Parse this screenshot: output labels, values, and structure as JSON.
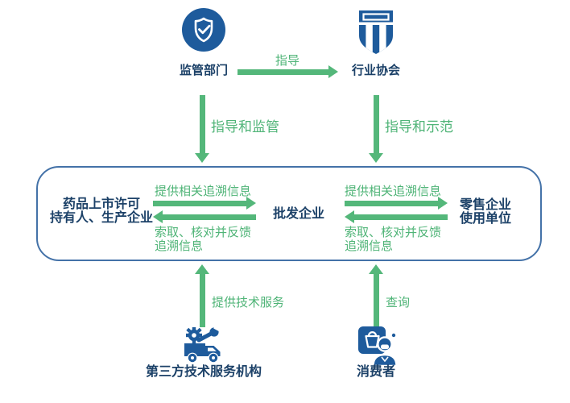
{
  "colors": {
    "blue": "#1e5b9c",
    "navy": "#1c4168",
    "green": "#54b77a",
    "green_text": "#4fb477",
    "border": "#4472a8"
  },
  "top": {
    "regulator": {
      "label": "监管部门",
      "icon": "shield-check-icon"
    },
    "association": {
      "label": "行业协会",
      "icon": "badge-stripes-icon"
    },
    "guidance_arrow_label": "指导"
  },
  "mid_arrows": {
    "left_label": "指导和监管",
    "right_label": "指导和示范"
  },
  "box": {
    "holder": {
      "line1": "药品上市许可",
      "line2": "持有人、生产企业"
    },
    "wholesale_label": "批发企业",
    "retail": {
      "line1": "零售企业",
      "line2": "使用单位"
    },
    "flow1": {
      "forward": "提供相关追溯信息",
      "back_line1": "索取、核对并反馈",
      "back_line2": "追溯信息"
    },
    "flow2": {
      "forward": "提供相关追溯信息",
      "back_line1": "索取、核对并反馈",
      "back_line2": "追溯信息"
    }
  },
  "bottom": {
    "service": {
      "label": "第三方技术服务机构",
      "arrow_label": "提供技术服务",
      "icon": "service-truck-icon"
    },
    "consumer": {
      "label": "消费者",
      "arrow_label": "查询",
      "icon": "consumer-person-icon"
    }
  }
}
